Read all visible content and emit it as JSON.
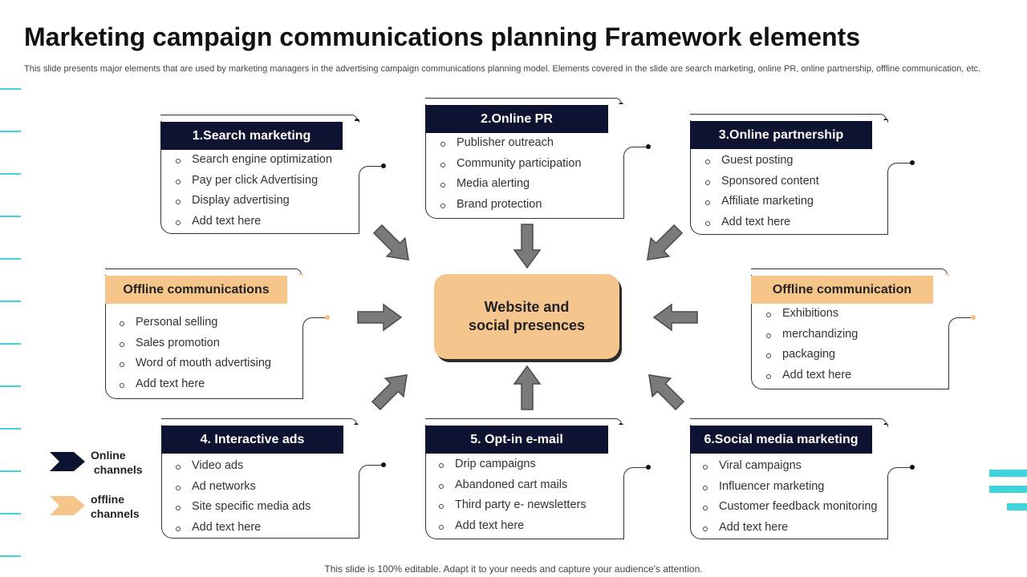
{
  "title": "Marketing campaign communications planning Framework elements",
  "subtitle": "This slide presents major elements that are used by marketing managers in the advertising campaign communications planning model. Elements covered in the slide are search marketing, online PR, online partnership, offline communication, etc.",
  "center": "Website and\nsocial presences",
  "boxes": {
    "search": {
      "title": "1.Search marketing",
      "items": [
        "Search engine optimization",
        "Pay per click Advertising",
        "Display advertising",
        "Add text here"
      ]
    },
    "online_pr": {
      "title": "2.Online PR",
      "items": [
        "Publisher outreach",
        "Community participation",
        "Media alerting",
        "Brand protection"
      ]
    },
    "partnership": {
      "title": "3.Online partnership",
      "items": [
        "Guest posting",
        "Sponsored content",
        "Affiliate marketing",
        "Add text here"
      ]
    },
    "offline_left": {
      "title": "Offline communications",
      "items": [
        "Personal selling",
        "Sales promotion",
        "Word of mouth advertising",
        "Add text here"
      ]
    },
    "offline_right": {
      "title": "Offline communication",
      "items": [
        "Exhibitions",
        "merchandizing",
        "packaging",
        "Add text here"
      ]
    },
    "interactive": {
      "title": "4. Interactive ads",
      "items": [
        "Video ads",
        "Ad networks",
        "Site specific media ads",
        "Add text here"
      ]
    },
    "email": {
      "title": "5. Opt-in e-mail",
      "items": [
        "Drip campaigns",
        "Abandoned cart mails",
        "Third party e- newsletters",
        "Add text here"
      ]
    },
    "social": {
      "title": "6.Social media marketing",
      "items": [
        "Viral campaigns",
        "Influencer marketing",
        "Customer feedback monitoring",
        "Add text here"
      ]
    }
  },
  "legend": {
    "online": "Online\n channels",
    "offline": "offline\nchannels"
  },
  "footer": "This slide is 100% editable. Adapt it to your needs and capture your audience's attention.",
  "colors": {
    "dark_header": "#0d1330",
    "peach": "#f6c58a",
    "accent_cyan": "#3fd3dc",
    "arrow_gray": "#7a7a7a"
  }
}
